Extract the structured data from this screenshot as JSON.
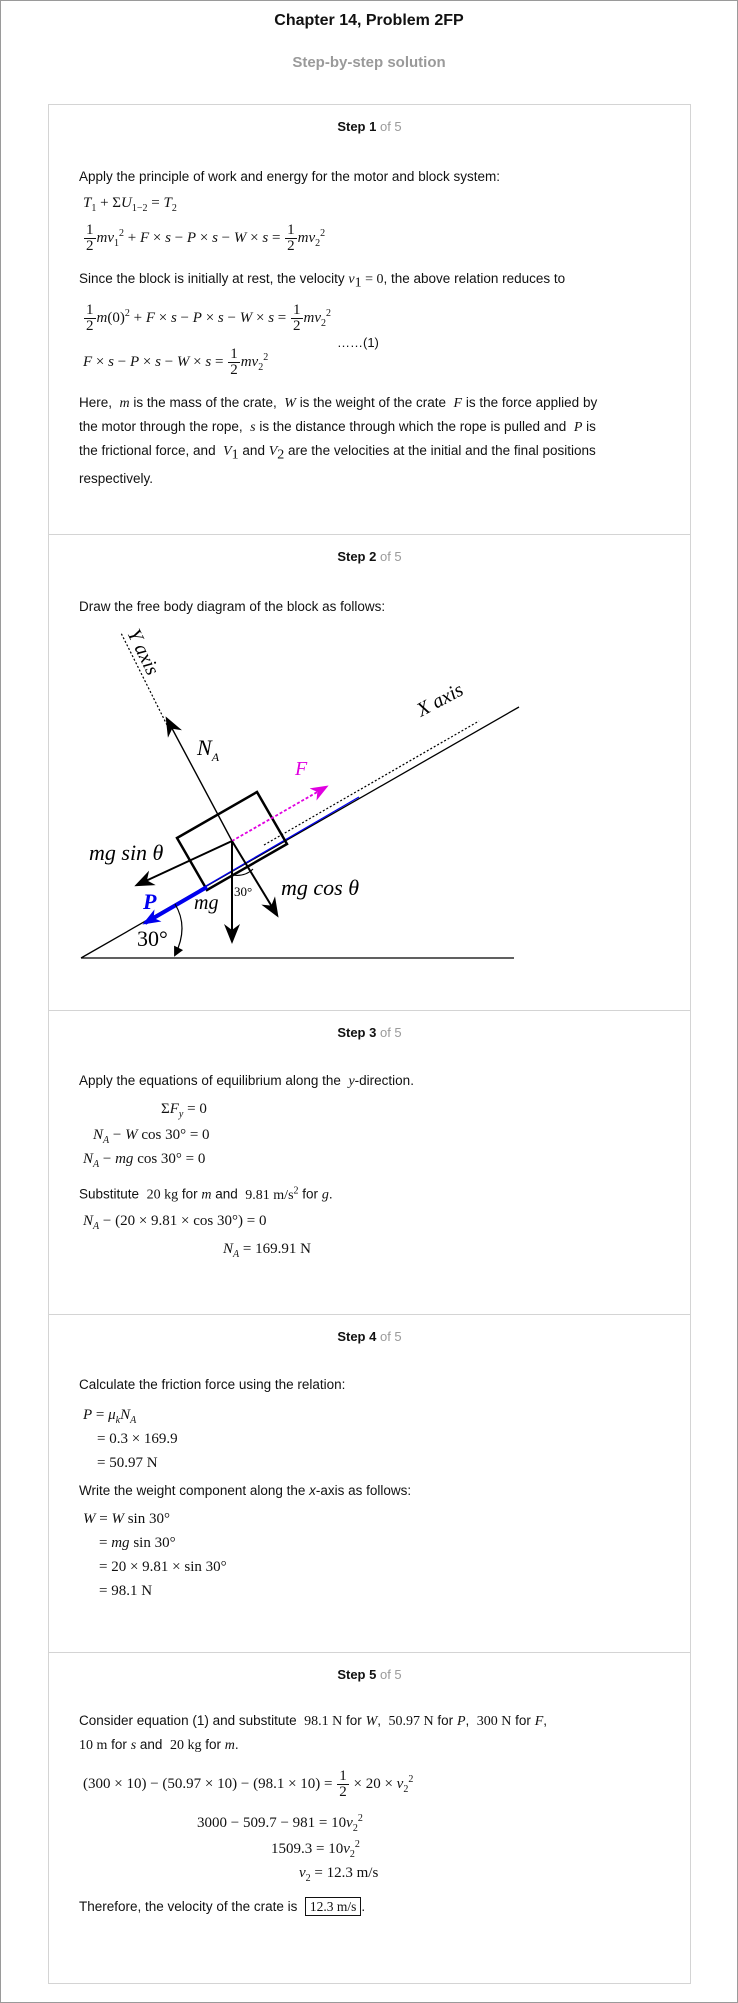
{
  "header": {
    "title": "Chapter 14, Problem 2FP",
    "subtitle": "Step-by-step solution"
  },
  "step_labels": {
    "s1": "Step 1",
    "s2": "Step 2",
    "s3": "Step 3",
    "s4": "Step 4",
    "s5": "Step 5",
    "of": "of 5"
  },
  "step1": {
    "intro": "Apply the principle of work and energy for the motor and block system:",
    "rest_text_a": "Since the block is initially at rest, the velocity",
    "rest_text_b": ", the above relation reduces to",
    "eq_tag": "……(1)",
    "here": "Here,",
    "t_mass": "is the mass of the crate,",
    "t_weight": "is the weight of the crate",
    "t_force": "is the force applied by",
    "t_motor": "the motor through the rope,",
    "t_dist": "is the distance through which the rope is pulled and",
    "t_is": "is",
    "t_fric": "the frictional force, and",
    "t_and": "and",
    "t_vel": "are the velocities at the initial and the final positions",
    "t_resp": "respectively."
  },
  "step2": {
    "intro": "Draw the free body diagram of the block as follows:",
    "diagram": {
      "y_axis": "Y axis",
      "x_axis": "X axis",
      "normal": "N",
      "normal_sub": "A",
      "force": "F",
      "mg_sin": "mg sin θ",
      "mg_cos": "mg cos θ",
      "mg": "mg",
      "friction": "P",
      "angle_small": "30°",
      "angle_big": "30°",
      "colors": {
        "force": "#e000e0",
        "friction": "#0000ee",
        "line": "#000000"
      }
    }
  },
  "step3": {
    "intro_a": "Apply the equations of equilibrium along the",
    "intro_b": "-direction.",
    "subst_a": "Substitute",
    "for": "for",
    "and": "and",
    "result": "= 169.91 N"
  },
  "step4": {
    "intro": "Calculate the friction force using the relation:",
    "weight_intro_a": "Write the weight component along the",
    "weight_intro_x": "x",
    "weight_intro_b": "-axis as follows:"
  },
  "step5": {
    "intro_a": "Consider equation (1) and substitute",
    "conclusion": "Therefore, the velocity of the crate is",
    "answer": "12.3 m/s"
  }
}
